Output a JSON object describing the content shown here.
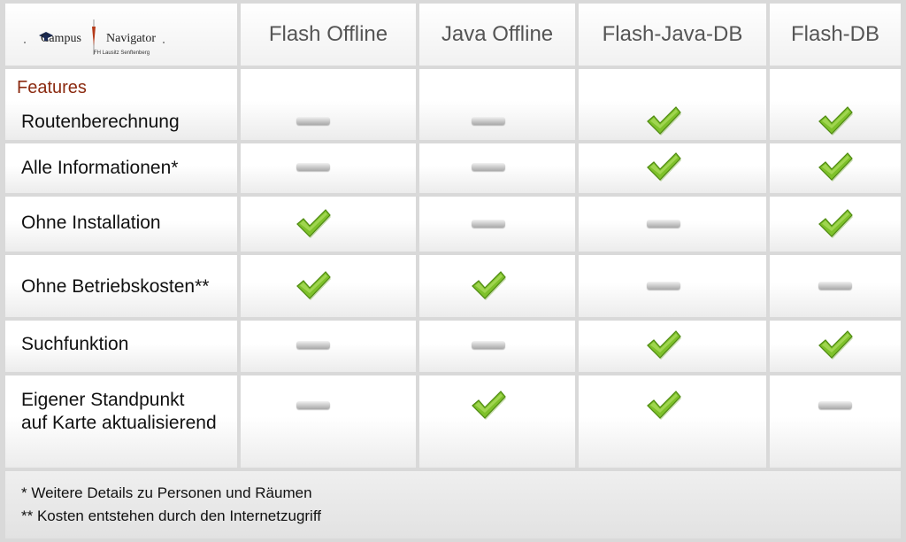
{
  "logo": {
    "word1": "Campus",
    "word2": "Navigator",
    "subtitle": "FH Lausitz Senftenberg"
  },
  "columns": [
    "Flash Offline",
    "Java Offline",
    "Flash-Java-DB",
    "Flash-DB"
  ],
  "features_title": "Features",
  "rows": [
    {
      "label": "Routenberechnung",
      "values": [
        "dash",
        "dash",
        "check",
        "check"
      ]
    },
    {
      "label": "Alle Informationen*",
      "values": [
        "dash",
        "dash",
        "check",
        "check"
      ]
    },
    {
      "label": "Ohne Installation",
      "values": [
        "check",
        "dash",
        "dash",
        "check"
      ]
    },
    {
      "label": "Ohne Betriebskosten**",
      "values": [
        "check",
        "check",
        "dash",
        "dash"
      ]
    },
    {
      "label": "Suchfunktion",
      "values": [
        "dash",
        "dash",
        "check",
        "check"
      ]
    },
    {
      "label": "Eigener Standpunkt",
      "label2": "auf Karte aktualisierend",
      "values": [
        "dash",
        "check",
        "check",
        "dash"
      ]
    }
  ],
  "footnotes": [
    "* Weitere Details zu Personen und Räumen",
    "** Kosten entstehen durch den Internetzugriff"
  ],
  "colors": {
    "features_title": "#8b2a10",
    "check_green": "#7ec12a",
    "header_text": "#555555"
  },
  "icons": {
    "present": "check-mark-icon",
    "absent": "dash-icon"
  }
}
